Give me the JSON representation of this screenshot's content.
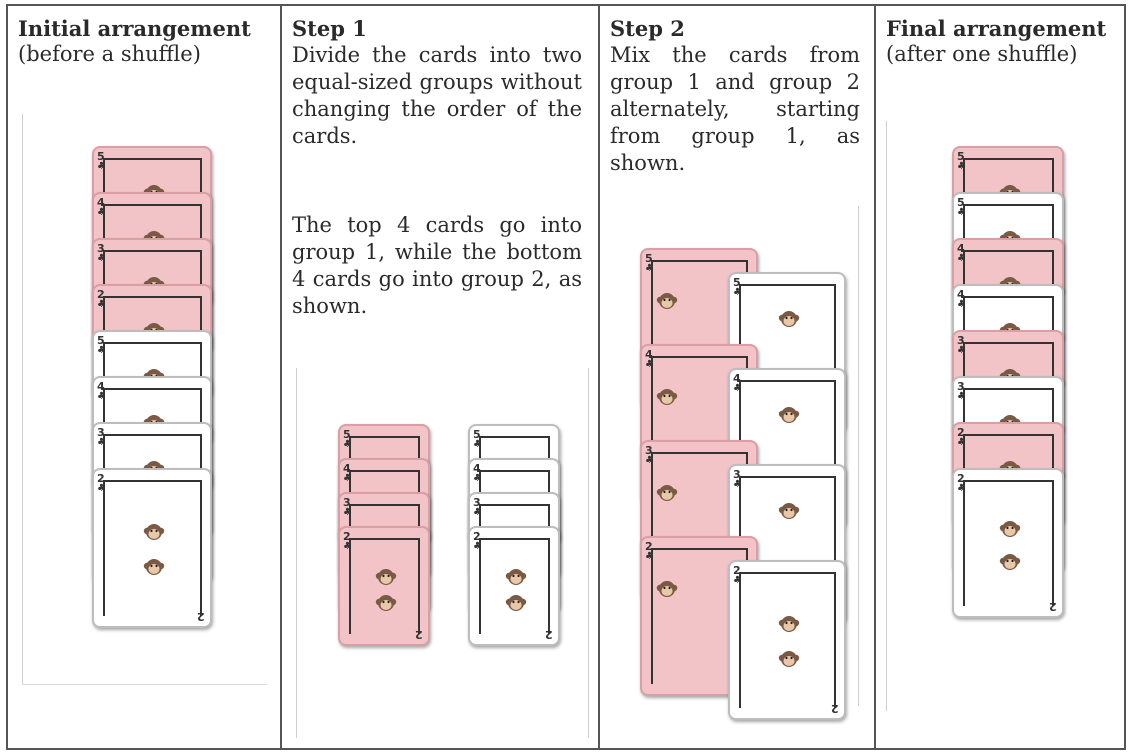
{
  "panels": [
    {
      "heading": "Initial arrangement",
      "sub": "(before a shuffle)"
    },
    {
      "heading": "Step 1",
      "para1": "Divide the cards into two equal-sized groups without changing the order of the cards.",
      "para2": "The top 4 cards go into group 1, while the bottom 4 cards go into group 2, as shown."
    },
    {
      "heading": "Step 2",
      "para1": "Mix the cards from group 1 and group 2 alternately, starting from group 1, as shown."
    },
    {
      "heading": "Final arrangement",
      "sub": "(after one shuffle)"
    }
  ],
  "cards": {
    "initial": [
      {
        "rank": "5",
        "color": "pink"
      },
      {
        "rank": "4",
        "color": "pink"
      },
      {
        "rank": "3",
        "color": "pink"
      },
      {
        "rank": "2",
        "color": "pink"
      },
      {
        "rank": "5",
        "color": "white"
      },
      {
        "rank": "4",
        "color": "white"
      },
      {
        "rank": "3",
        "color": "white"
      },
      {
        "rank": "2",
        "color": "white"
      }
    ],
    "group1": [
      {
        "rank": "5",
        "color": "pink"
      },
      {
        "rank": "4",
        "color": "pink"
      },
      {
        "rank": "3",
        "color": "pink"
      },
      {
        "rank": "2",
        "color": "pink"
      }
    ],
    "group2": [
      {
        "rank": "5",
        "color": "white"
      },
      {
        "rank": "4",
        "color": "white"
      },
      {
        "rank": "3",
        "color": "white"
      },
      {
        "rank": "2",
        "color": "white"
      }
    ],
    "step2_left": [
      {
        "rank": "5",
        "color": "pink"
      },
      {
        "rank": "4",
        "color": "pink"
      },
      {
        "rank": "3",
        "color": "pink"
      },
      {
        "rank": "2",
        "color": "pink"
      }
    ],
    "step2_right": [
      {
        "rank": "5",
        "color": "white"
      },
      {
        "rank": "4",
        "color": "white"
      },
      {
        "rank": "3",
        "color": "white"
      },
      {
        "rank": "2",
        "color": "white"
      }
    ],
    "final": [
      {
        "rank": "5",
        "color": "pink"
      },
      {
        "rank": "5",
        "color": "white"
      },
      {
        "rank": "4",
        "color": "pink"
      },
      {
        "rank": "4",
        "color": "white"
      },
      {
        "rank": "3",
        "color": "pink"
      },
      {
        "rank": "3",
        "color": "white"
      },
      {
        "rank": "2",
        "color": "pink"
      },
      {
        "rank": "2",
        "color": "white"
      }
    ],
    "suit_icon": "club-suit-icon",
    "pip_icon": "monkey-face-icon",
    "colors": {
      "pink": "#f2c4c7",
      "white": "#ffffff",
      "pip": "#7a5a45"
    }
  }
}
